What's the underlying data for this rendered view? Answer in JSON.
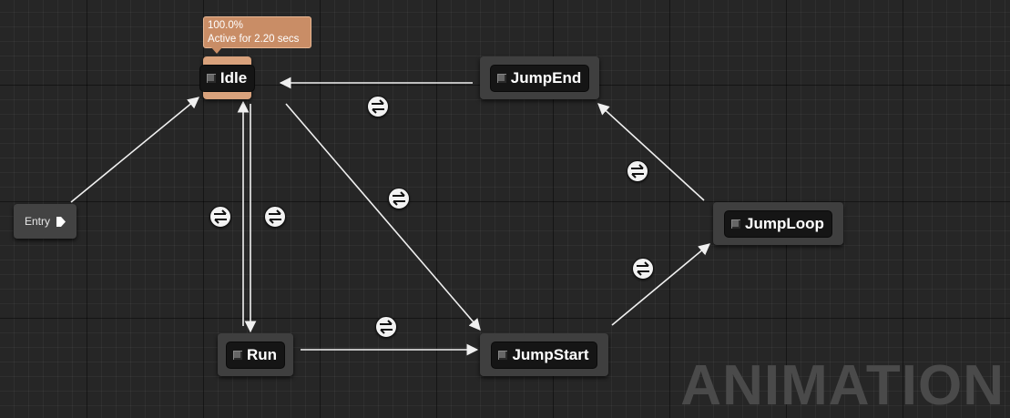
{
  "entry": {
    "label": "Entry",
    "icon": "play-icon"
  },
  "states": {
    "idle": "Idle",
    "jump_end": "JumpEnd",
    "jump_loop": "JumpLoop",
    "run": "Run",
    "jump_start": "JumpStart"
  },
  "active_state": {
    "weight": "100.0%",
    "active_text": "Active for 2.20 secs"
  },
  "transition_icon": "transition-rule-icon",
  "watermark": "ANIMATION",
  "colors": {
    "background": "#262626",
    "node": "#3f3f3f",
    "active_node": "#d9a27c",
    "tooltip": "#c98d66",
    "wire": "#f0f0f0",
    "watermark": "#4a4a4a"
  }
}
